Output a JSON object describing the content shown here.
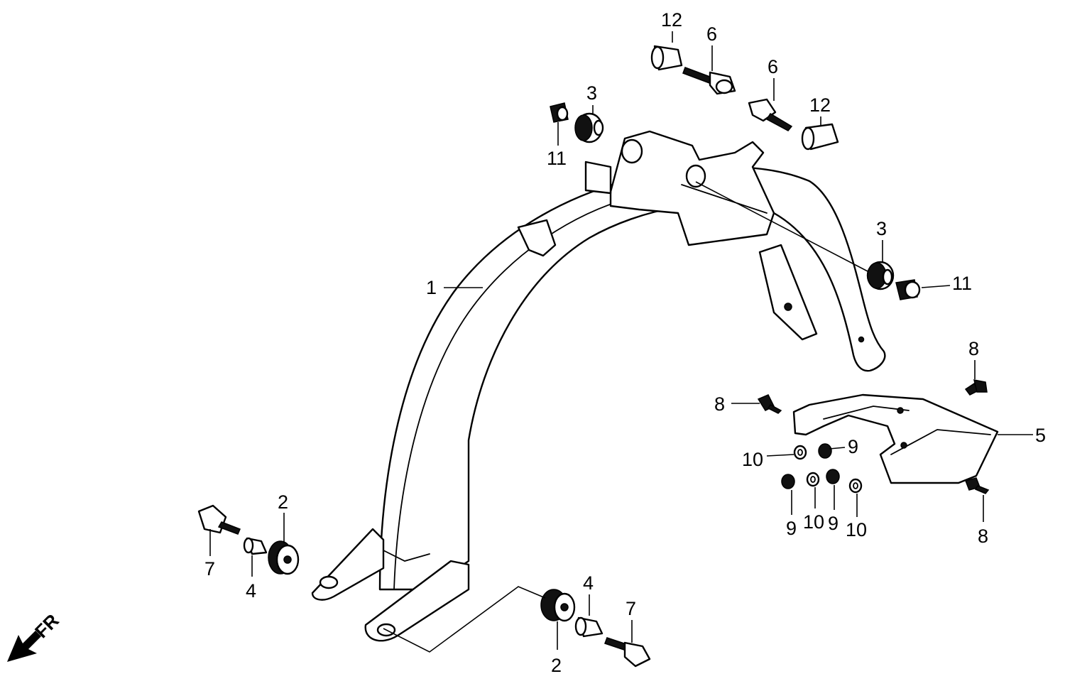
{
  "callouts": {
    "fender": "1",
    "cushion_rear_left": "2",
    "cushion_rear_right": "2",
    "cushion_top_left": "3",
    "cushion_top_right": "3",
    "collar_left": "4",
    "collar_right": "4",
    "bracket": "5",
    "bolt_top_a": "6",
    "bolt_top_b": "6",
    "bolt_rear_left": "7",
    "bolt_rear_right": "7",
    "screw_left": "8",
    "screw_top": "8",
    "screw_bottom": "8",
    "nut_a": "9",
    "nut_b": "9",
    "nut_c": "9",
    "washer_a": "10",
    "washer_b": "10",
    "washer_c": "10",
    "nut_top_left": "11",
    "nut_top_right": "11",
    "collar_top_a": "12",
    "collar_top_b": "12"
  },
  "direction": {
    "label": "FR"
  },
  "colors": {
    "ink": "#000000",
    "paper": "#ffffff"
  }
}
